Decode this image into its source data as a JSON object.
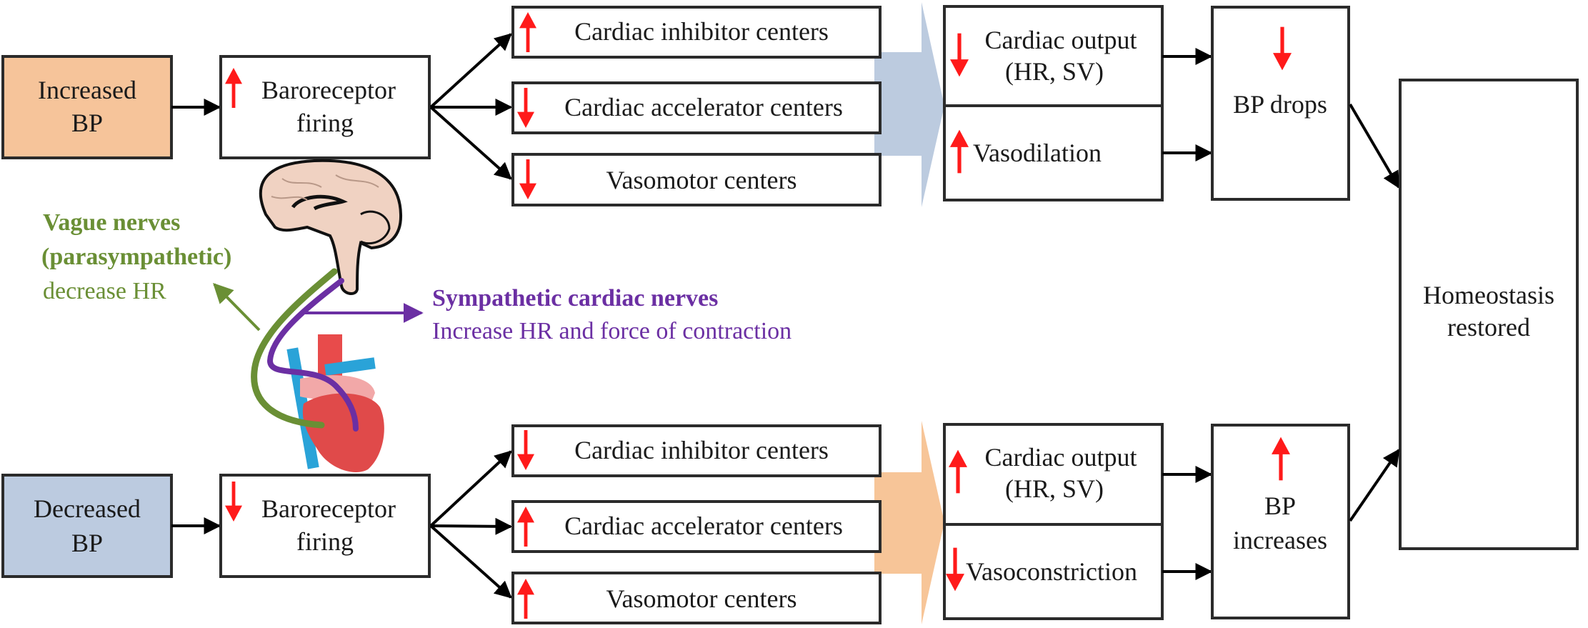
{
  "colors": {
    "increased_fill": "#f6c49a",
    "decreased_fill": "#bccbe0",
    "top_chevron": "#bccbdf",
    "bottom_chevron": "#f7c598",
    "indicator_red": "#ff1a1a",
    "vagus_green": "#6a8f35",
    "sympathetic_purple": "#6b2fa3"
  },
  "top_pathway": {
    "stimulus": {
      "line1": "Increased",
      "line2": "BP"
    },
    "receptor": {
      "direction": "up",
      "line1": "Baroreceptor",
      "line2": "firing"
    },
    "centers": [
      {
        "direction": "up",
        "label": "Cardiac inhibitor centers"
      },
      {
        "direction": "down",
        "label": "Cardiac accelerator centers"
      },
      {
        "direction": "down",
        "label": "Vasomotor centers"
      }
    ],
    "effects": [
      {
        "direction": "down",
        "line1": "Cardiac output",
        "line2": "(HR, SV)"
      },
      {
        "direction": "up",
        "line1": "Vasodilation"
      }
    ],
    "result": {
      "direction": "down",
      "label": "BP drops"
    }
  },
  "bottom_pathway": {
    "stimulus": {
      "line1": "Decreased",
      "line2": "BP"
    },
    "receptor": {
      "direction": "down",
      "line1": "Baroreceptor",
      "line2": "firing"
    },
    "centers": [
      {
        "direction": "down",
        "label": "Cardiac inhibitor centers"
      },
      {
        "direction": "up",
        "label": "Cardiac accelerator centers"
      },
      {
        "direction": "up",
        "label": "Vasomotor centers"
      }
    ],
    "effects": [
      {
        "direction": "up",
        "line1": "Cardiac output",
        "line2": "(HR, SV)"
      },
      {
        "direction": "down",
        "line1": "Vasoconstriction"
      }
    ],
    "result": {
      "direction": "up",
      "line1": "BP",
      "line2": "increases"
    }
  },
  "outcome": {
    "line1": "Homeostasis",
    "line2": "restored"
  },
  "vagus": {
    "line1": "Vague nerves",
    "line2": "(parasympathetic)",
    "line3": "decrease HR"
  },
  "sympathetic": {
    "line1": "Sympathetic cardiac nerves",
    "line2": "Increase HR and force of contraction"
  },
  "icons": {
    "brain": "brain-illustration",
    "heart": "heart-illustration",
    "up": "red-up-arrow",
    "down": "red-down-arrow"
  }
}
